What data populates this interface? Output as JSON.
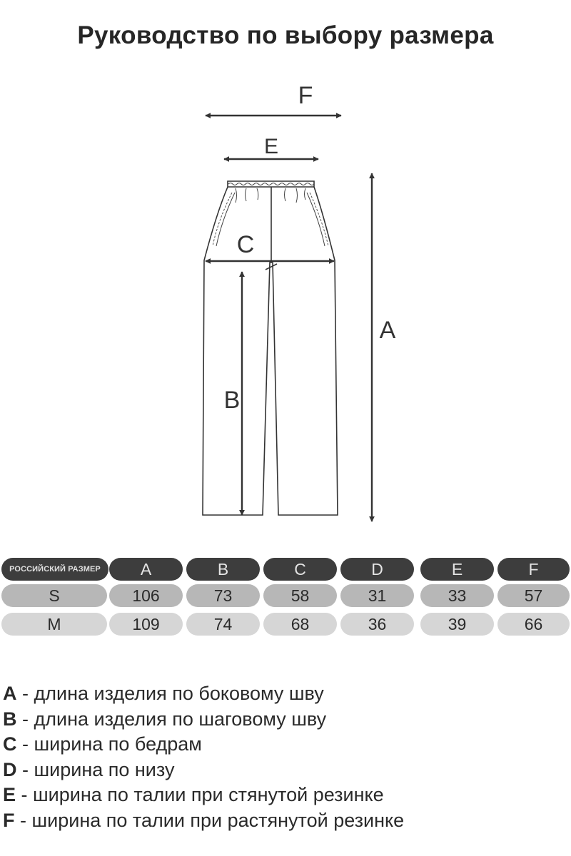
{
  "title": "Руководство по выбору размера",
  "dimensions": {
    "A": "A",
    "B": "B",
    "C": "C",
    "E": "E",
    "F": "F"
  },
  "table": {
    "header": [
      "РОССИЙСКИЙ РАЗМЕР",
      "A",
      "B",
      "C",
      "D",
      "E",
      "F"
    ],
    "rows": [
      [
        "S",
        "106",
        "73",
        "58",
        "31",
        "33",
        "57"
      ],
      [
        "M",
        "109",
        "74",
        "68",
        "36",
        "39",
        "66"
      ]
    ]
  },
  "legend": [
    {
      "key": "A",
      "text": " - длина изделия по боковому шву"
    },
    {
      "key": "B",
      "text": " - длина изделия по шаговому шву"
    },
    {
      "key": "C",
      "text": " - ширина по бедрам"
    },
    {
      "key": "D",
      "text": " - ширина по низу"
    },
    {
      "key": "E",
      "text": " - ширина по талии при стянутой резинке"
    },
    {
      "key": "F",
      "text": " - ширина по талии при растянутой резинке"
    }
  ],
  "colors": {
    "header_fill": "#3d3d3d",
    "s_row_fill": "#b7b7b7",
    "m_row_fill": "#d6d6d6",
    "line": "#333333"
  }
}
